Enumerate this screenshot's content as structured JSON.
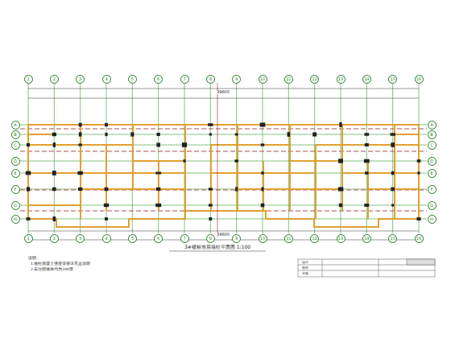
{
  "diagram": {
    "title": "3#楼标准层墙柱平面图 1:100",
    "labels": [
      "1",
      "2",
      "3",
      "4",
      "5",
      "6",
      "7",
      "8",
      "9",
      "10",
      "11",
      "12",
      "13",
      "14",
      "15",
      "16",
      "1",
      "2",
      "3",
      "4",
      "5",
      "6",
      "7",
      "8",
      "9",
      "10",
      "11",
      "12",
      "13",
      "14",
      "15",
      "16",
      "A",
      "B",
      "C",
      "D",
      "E",
      "F",
      "G",
      "H",
      "A",
      "B",
      "C",
      "D",
      "E",
      "F",
      "G",
      "H",
      "39600",
      "39600",
      "说明：",
      "1.墙柱混凝土强度等级详见总说明",
      "2.未注明墙体均为200厚",
      "设计",
      "校对",
      "审核"
    ]
  }
}
